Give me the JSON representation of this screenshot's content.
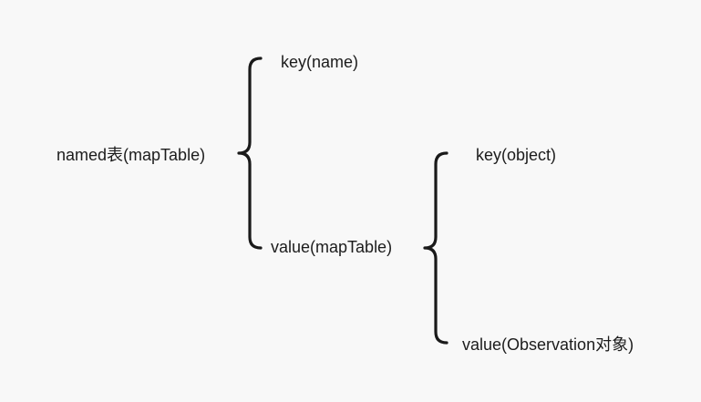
{
  "diagram": {
    "root": {
      "label": "named表(mapTable)",
      "children": [
        {
          "label": "key(name)"
        },
        {
          "label": "value(mapTable)",
          "children": [
            {
              "label": "key(object)"
            },
            {
              "label": "value(Observation对象)"
            }
          ]
        }
      ]
    }
  },
  "colors": {
    "background": "#f8f8f8",
    "text": "#1c1c1c",
    "brace": "#1a1a1a"
  }
}
